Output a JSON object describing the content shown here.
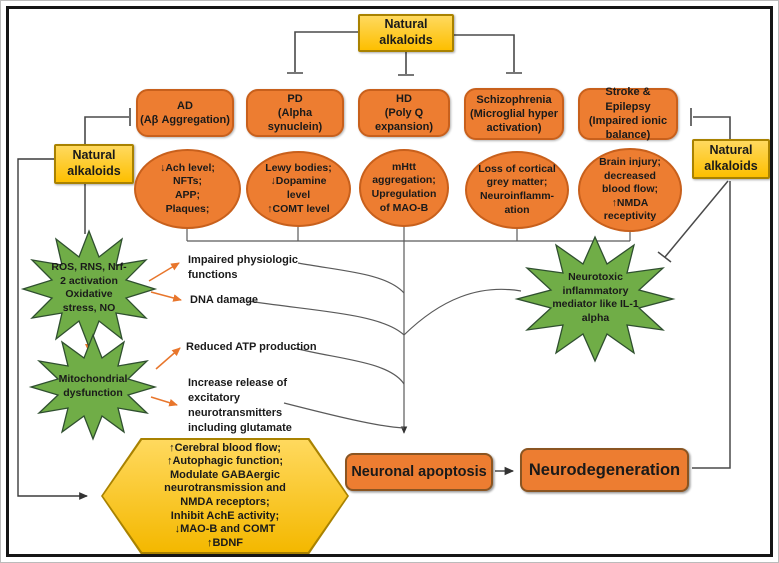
{
  "boxes": {
    "natural_alkaloids_top": "Natural alkaloids",
    "natural_alkaloids_left": "Natural alkaloids",
    "natural_alkaloids_right": "Natural alkaloids"
  },
  "diseases": [
    {
      "name": "AD",
      "mechanism": "(Aβ Aggregation)"
    },
    {
      "name": "PD",
      "mechanism": "(Alpha synuclein)"
    },
    {
      "name": "HD",
      "mechanism": "(Poly Q expansion)"
    },
    {
      "name": "Schizophrenia",
      "mechanism": "(Microglial hyper activation)"
    },
    {
      "name": "Stroke & Epilepsy",
      "mechanism": "(Impaired ionic balance)"
    }
  ],
  "pathologies": [
    {
      "lines": [
        "↓Ach level;",
        "NFTs;",
        "APP;",
        "Plaques;"
      ]
    },
    {
      "lines": [
        "Lewy bodies;",
        "↓Dopamine",
        "level",
        "↑COMT level"
      ]
    },
    {
      "lines": [
        "mHtt",
        "aggregation;",
        "Upregulation",
        "of MAO-B"
      ]
    },
    {
      "lines": [
        "Loss of cortical",
        "grey matter;",
        "Neuroinflamm-",
        "ation"
      ]
    },
    {
      "lines": [
        "Brain injury;",
        "decreased",
        "blood flow;",
        "↑NMDA",
        "receptivity"
      ]
    }
  ],
  "effects": [
    "Impaired physiologic functions",
    "DNA damage",
    "Reduced ATP production",
    "Increase release of excitatory neurotransmitters including glutamate"
  ],
  "stressors": [
    {
      "lines": [
        "ROS, RNS, Nrf-",
        "2 activation",
        "Oxidative",
        "stress, NO"
      ]
    },
    {
      "lines": [
        "Mitochondrial",
        "dysfunction"
      ]
    }
  ],
  "mediator": {
    "lines": [
      "Neurotoxic",
      "inflammatory",
      "mediator like IL-1",
      "alpha"
    ]
  },
  "therapeutics": {
    "lines": [
      "↑Cerebral blood flow;",
      "↑Autophagic function;",
      "Modulate GABAergic",
      "neurotransmission and",
      "NMDA receptors;",
      "Inhibit AchE activity;",
      "↓MAO-B and COMT",
      "↑BDNF"
    ]
  },
  "outcomes": {
    "apoptosis": "Neuronal apoptosis",
    "neurodegeneration": "Neurodegeneration"
  },
  "colors": {
    "orange": "#ED7D31",
    "gold": "#FFC000",
    "green": "#70AD47",
    "connector": "#4a4a4a",
    "arrow_orange": "#E8762C"
  }
}
